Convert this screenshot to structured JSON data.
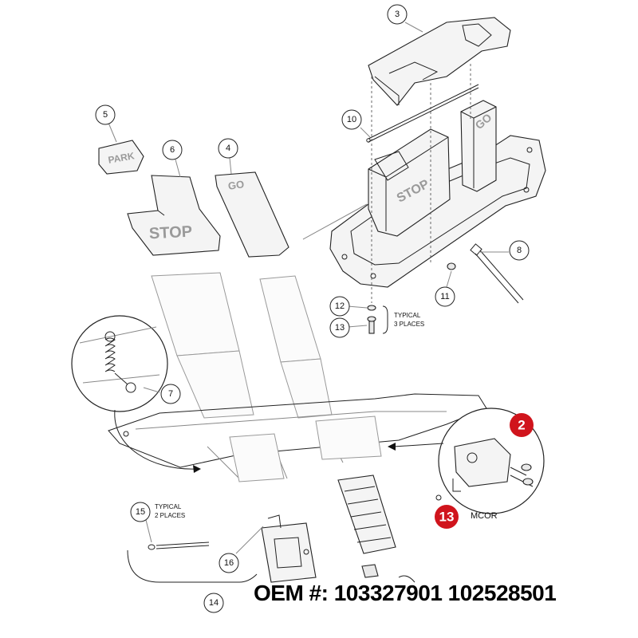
{
  "callouts": [
    {
      "id": "c3",
      "text": "3"
    },
    {
      "id": "c5",
      "text": "5"
    },
    {
      "id": "c6",
      "text": "6"
    },
    {
      "id": "c4",
      "text": "4"
    },
    {
      "id": "c10",
      "text": "10"
    },
    {
      "id": "c8",
      "text": "8"
    },
    {
      "id": "c11",
      "text": "11"
    },
    {
      "id": "c12",
      "text": "12"
    },
    {
      "id": "c13",
      "text": "13"
    },
    {
      "id": "c7",
      "text": "7"
    },
    {
      "id": "c15",
      "text": "15"
    },
    {
      "id": "c16",
      "text": "16"
    },
    {
      "id": "c14",
      "text": "14"
    }
  ],
  "highlight_callouts": [
    {
      "id": "r2",
      "text": "2"
    },
    {
      "id": "r13",
      "text": "13"
    }
  ],
  "part_labels": {
    "park": "PARK",
    "stop_cover": "STOP",
    "go_cover": "GO",
    "stop_pedal": "STOP",
    "go_pedal": "GO"
  },
  "notes": {
    "typical_3_line1": "TYPICAL",
    "typical_3_line2": "3 PLACES",
    "typical_2_line1": "TYPICAL",
    "typical_2_line2": "2 PLACES",
    "mcor": "MCOR"
  },
  "footer": {
    "oem": "OEM #: 103327901 102528501"
  },
  "colors": {
    "highlight": "#d0141c",
    "line": "#222222",
    "label_gray": "#9a9a9a"
  }
}
